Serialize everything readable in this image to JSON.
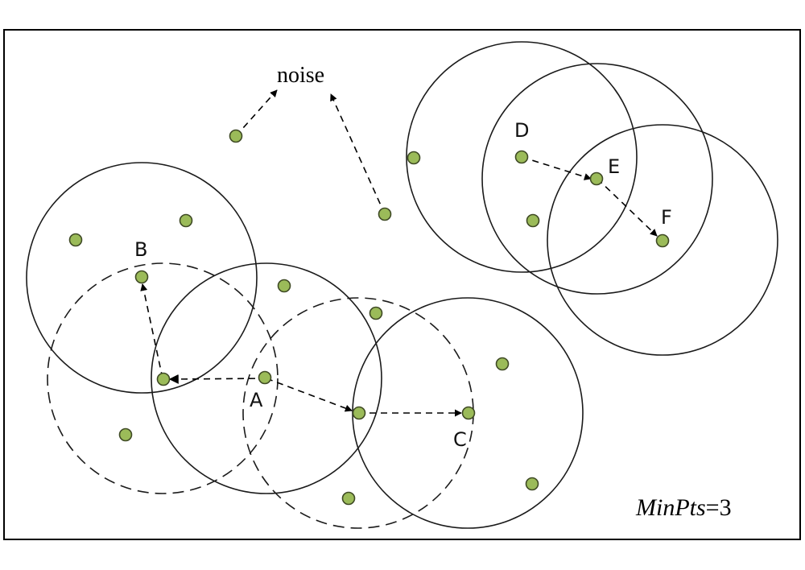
{
  "labels": {
    "noise": "noise",
    "point_a": "A",
    "point_b": "B",
    "point_c": "C",
    "point_d": "D",
    "point_e": "E",
    "point_f": "F",
    "minpts_name": "MinPts",
    "minpts_value": "=3"
  },
  "colors": {
    "point_fill": "#9bbb59",
    "point_stroke": "#3f4a25",
    "line": "#000000"
  }
}
